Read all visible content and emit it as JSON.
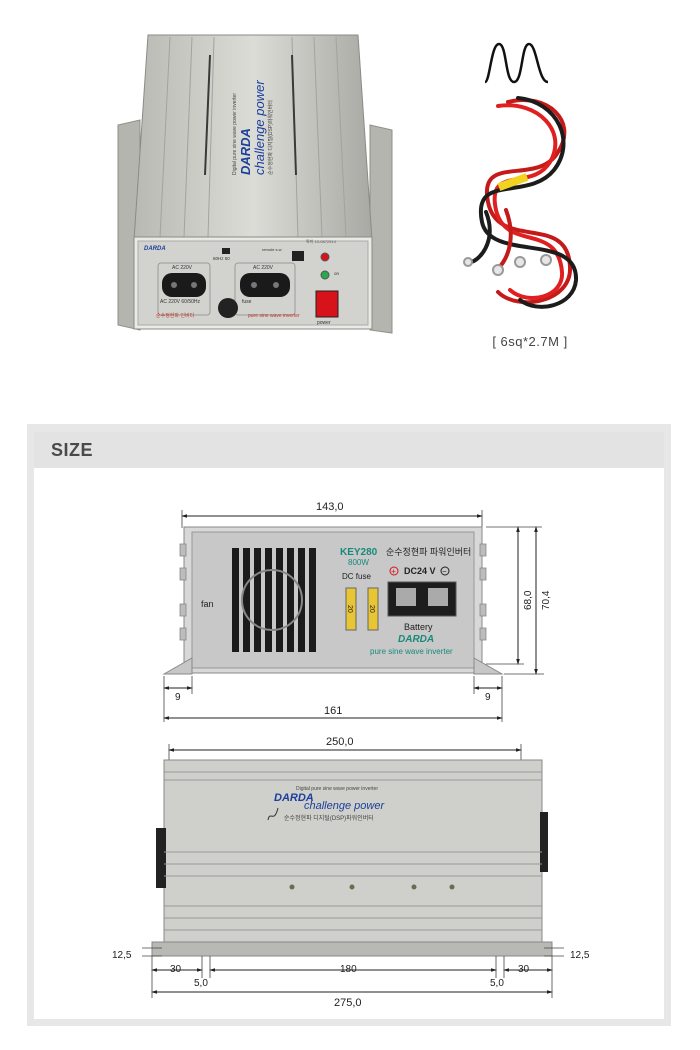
{
  "product": {
    "brand": "DARDA",
    "tagline": "challenge power",
    "subtitle": "Digital pure sine wave power inverter",
    "korean_name": "순수정현파 디지털(DSP)파워인버터",
    "front_panel": {
      "socket_label_1": "AC 220V",
      "socket_label_2": "AC 220V",
      "hz_switch": "60Hz 50",
      "remote_label": "remote s.w",
      "bottom_label": "AC 220V 60/50Hz",
      "fuse_label": "fuse",
      "power_label": "power",
      "led_label": "on",
      "korean_badge": "순수정현파 인버터",
      "sine_badge": "pure sine wave inverter",
      "serial": "특허 10-0872914"
    }
  },
  "cable": {
    "caption": "[ 6sq*2.7M ]",
    "wave_icon": "sine-wave-icon"
  },
  "size_section": {
    "title": "SIZE",
    "front_view": {
      "model": "KEY280",
      "watt": "800W",
      "korean_name": "순수정현파 파워인버터",
      "fuse_label": "DC fuse",
      "fuse_value": "20",
      "dc_label": "DC24 V",
      "plus": "+",
      "minus": "−",
      "battery_label": "Battery",
      "fan_label": "fan",
      "brand": "DARDA",
      "sine_label": "pure sine wave inverter",
      "dim_width_top": "143,0",
      "dim_height_inner": "68,0",
      "dim_height_outer": "70,4",
      "dim_left_foot": "9",
      "dim_right_foot": "9",
      "dim_total_width": "161"
    },
    "top_view": {
      "brand": "DARDA",
      "tagline": "challenge power",
      "subtitle": "Digital pure sine wave power inverter",
      "korean_name": "순수정현파 디지털(DSP)파워인버터",
      "dim_length_top": "250,0",
      "dim_left_side": "12,5",
      "dim_right_side": "12,5",
      "dim_left_30": "30",
      "dim_right_30": "30",
      "dim_left_5": "5,0",
      "dim_right_5": "5,0",
      "dim_center": "180",
      "dim_total": "275,0"
    }
  },
  "colors": {
    "panel_border": "#e7e7e7",
    "header_bg": "#e3e3e3",
    "title_text": "#4a4a4a",
    "aluminum": "#c9c9c5",
    "brand_blue": "#1b3f9b",
    "teal": "#178a7a",
    "red": "#d8121b"
  }
}
